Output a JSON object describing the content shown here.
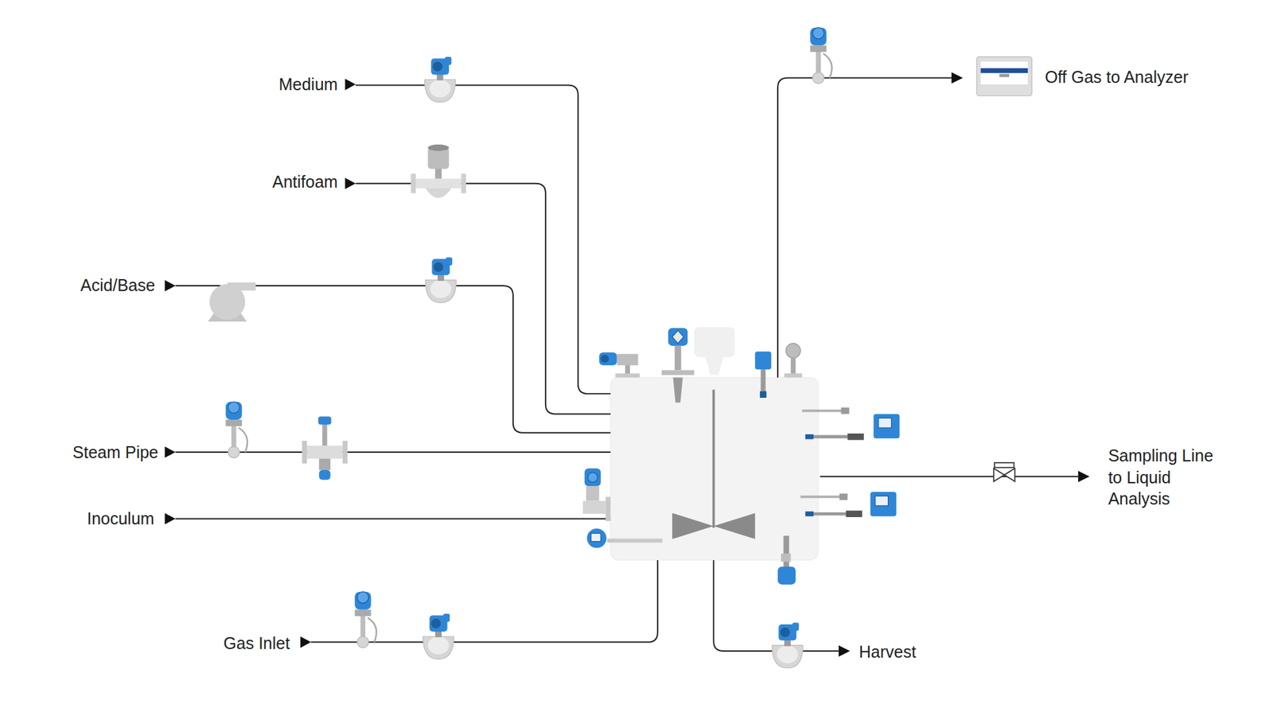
{
  "diagram": {
    "labels": [
      "Off Gas to Analyzer",
      "Medium",
      "Antifoam",
      "Acid/Base",
      "Steam Pipe",
      "Sampling Line to Liquid Analysis",
      "Inoculum",
      "Gas Inlet",
      "Harvest"
    ]
  }
}
